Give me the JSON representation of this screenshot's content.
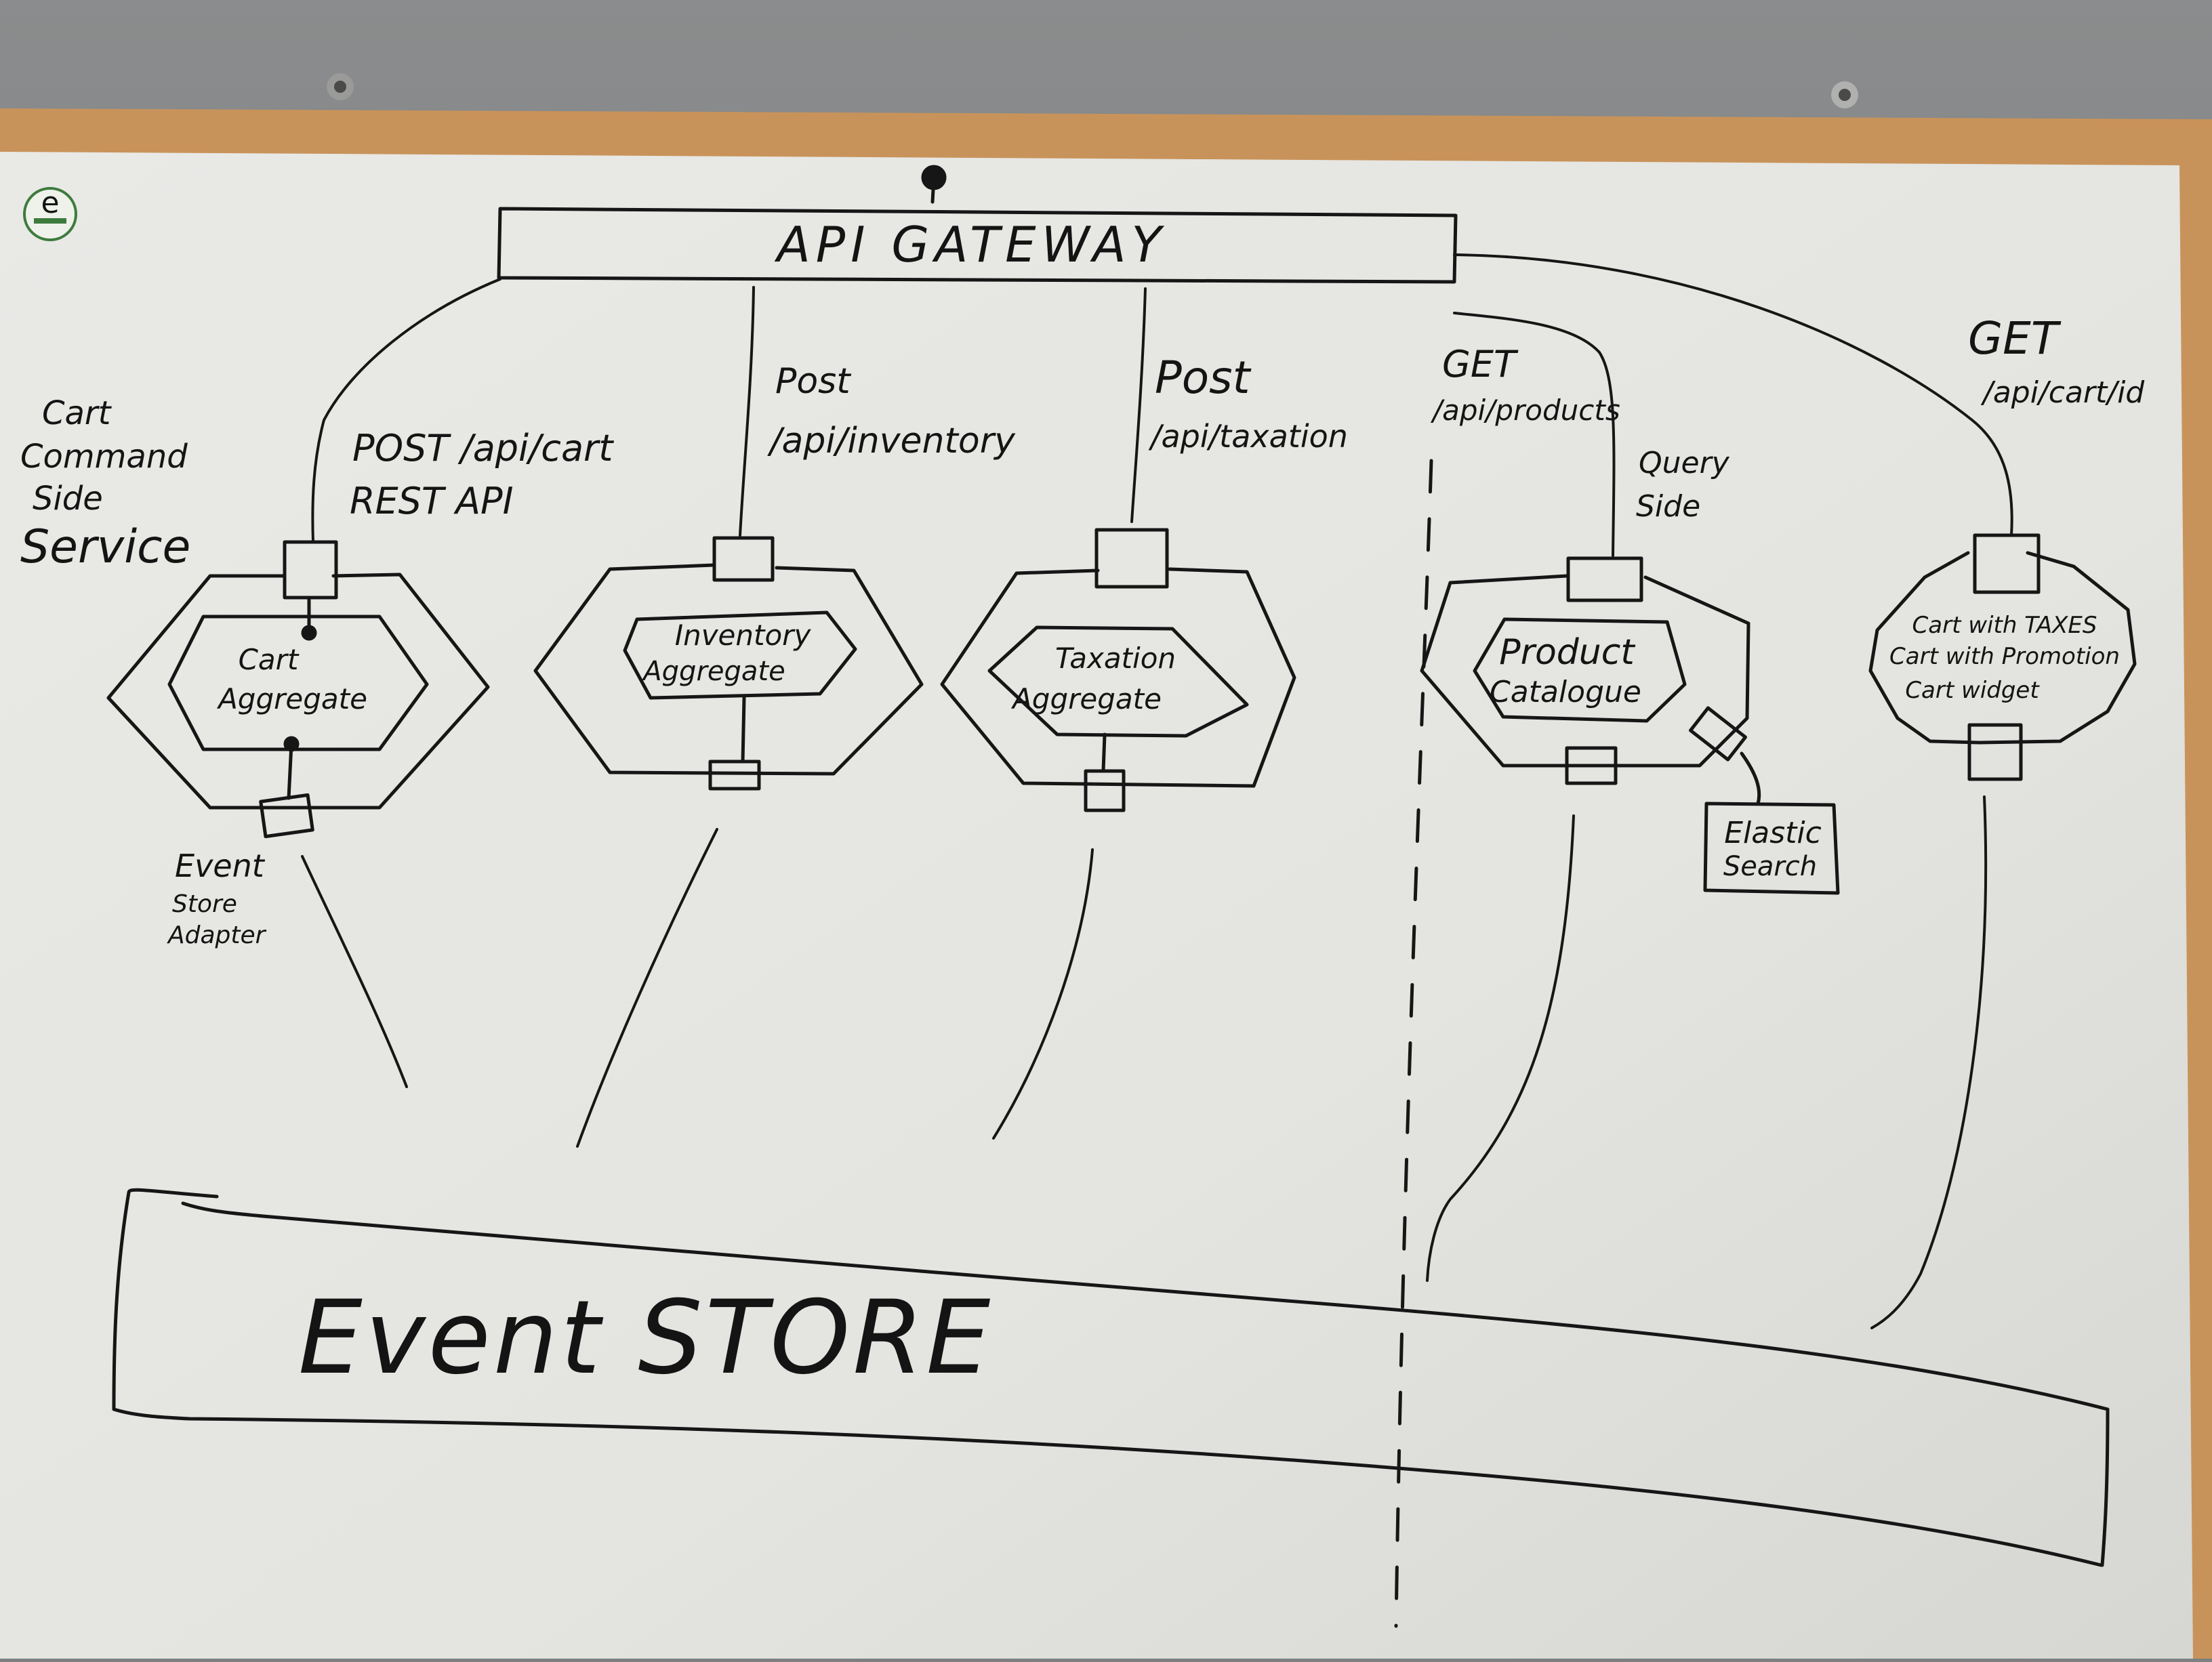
{
  "gateway": {
    "label": "API GATEWAY"
  },
  "services": [
    {
      "id": "cart",
      "annotation_lines": [
        "Cart",
        "Command",
        "Side",
        "Service"
      ],
      "endpoint_lines": [
        "POST /api/cart",
        "REST API"
      ],
      "aggregate_lines": [
        "Cart",
        "Aggregate"
      ],
      "adapter_lines": [
        "Event",
        "Store",
        "Adapter"
      ]
    },
    {
      "id": "inventory",
      "endpoint_lines": [
        "Post",
        "/api/inventory"
      ],
      "aggregate_lines": [
        "Inventory",
        "Aggregate"
      ]
    },
    {
      "id": "taxation",
      "endpoint_lines": [
        "Post",
        "/api/taxation"
      ],
      "aggregate_lines": [
        "Taxation",
        "Aggregate"
      ]
    },
    {
      "id": "product",
      "endpoint_lines": [
        "GET",
        "/api/products"
      ],
      "query_side_lines": [
        "Query",
        "Side"
      ],
      "aggregate_lines": [
        "Product",
        "Catalogue"
      ],
      "search_lines": [
        "Elastic",
        "Search"
      ]
    },
    {
      "id": "cart-widget",
      "endpoint_lines": [
        "GET",
        "/api/cart/id"
      ],
      "aggregate_lines": [
        "Cart with TAXES",
        "Cart with Promotion",
        "Cart widget"
      ]
    }
  ],
  "event_store": {
    "label": "Event STORE"
  },
  "logo": {
    "letter": "e"
  },
  "colors": {
    "wall": "#7d7f80",
    "frame": "#c8935a",
    "board": "#e6e6e3",
    "ink": "#161616"
  }
}
